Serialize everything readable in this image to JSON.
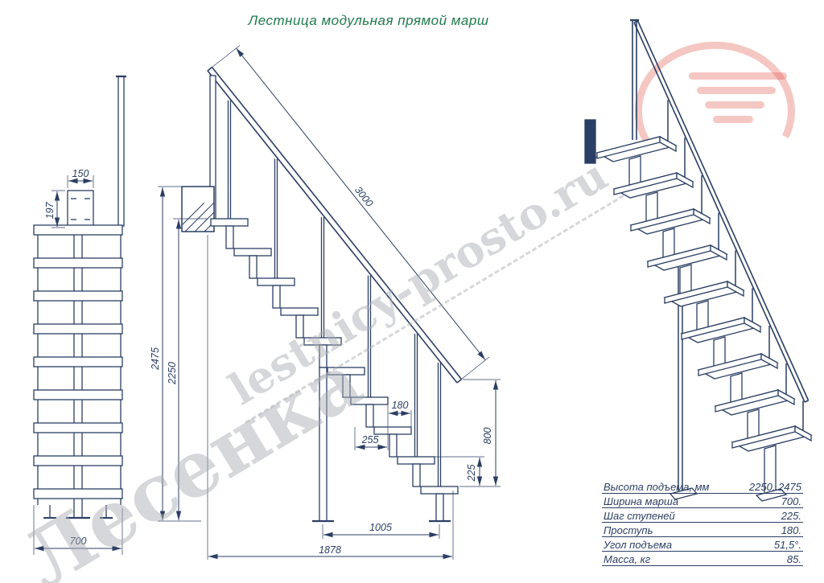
{
  "title": "Лестница модульная прямой марш",
  "watermarks": {
    "site": "lestnicy-prosto.ru",
    "brand": "Лесенка"
  },
  "front_view": {
    "dim_150": "150",
    "dim_197": "197",
    "dim_700": "700"
  },
  "side_view": {
    "dim_3000": "3000",
    "dim_2475": "2475",
    "dim_2250": "2250",
    "dim_180": "180",
    "dim_255": "255",
    "dim_225": "225",
    "dim_800": "800",
    "dim_1005": "1005",
    "dim_1878": "1878"
  },
  "specs": {
    "rows": [
      {
        "label": "Высота подъема, мм",
        "value": "2250..2475"
      },
      {
        "label": "Ширина марша",
        "value": "700."
      },
      {
        "label": "Шаг ступеней",
        "value": "225."
      },
      {
        "label": "Проступь",
        "value": "180."
      },
      {
        "label": "Угол подъема",
        "value": "51,5°."
      },
      {
        "label": "Масса, кг",
        "value": "85."
      }
    ]
  },
  "colors": {
    "line": "#2b3e63",
    "title_green": "#1e7a4b",
    "watermark_gray": "#a9adb3",
    "logo_red": "#e25549"
  }
}
